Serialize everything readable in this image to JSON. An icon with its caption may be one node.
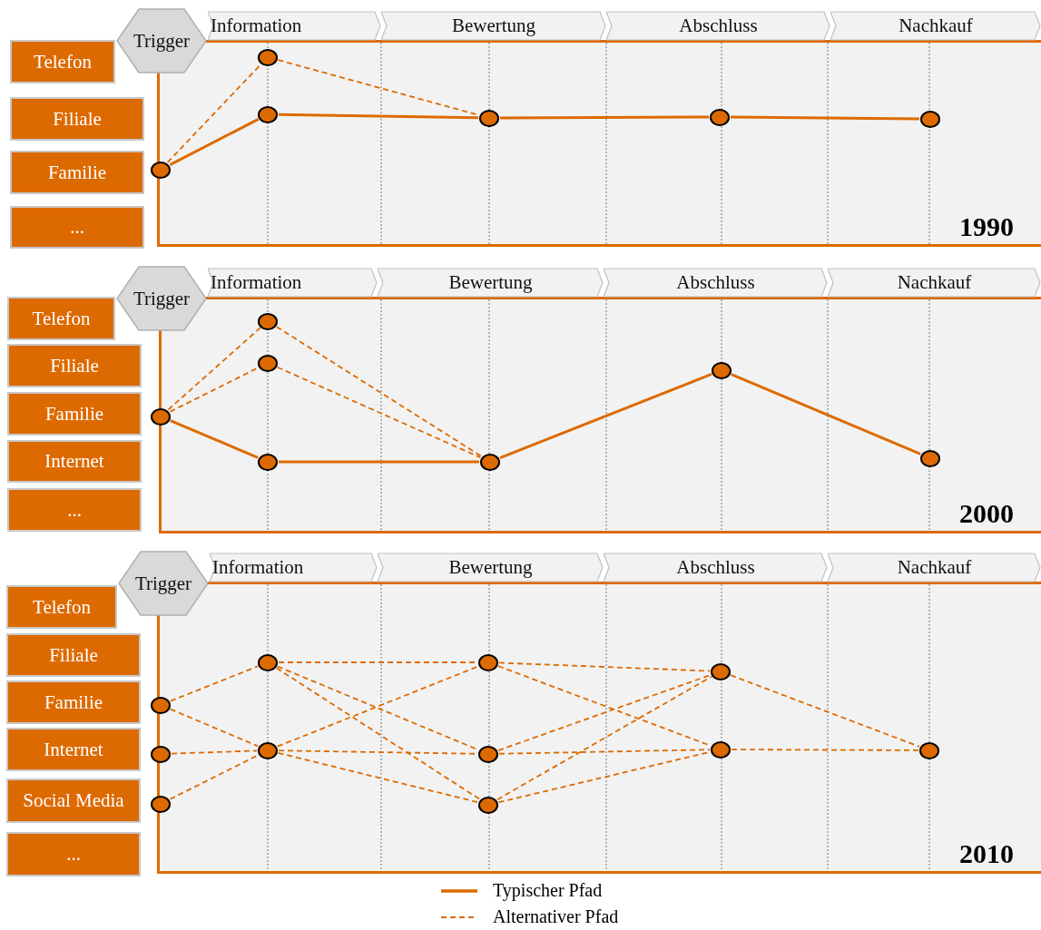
{
  "diagram": {
    "nodes": [
      {
        "text": [
          "Trigger"
        ]
      },
      {
        "text": [
          "Information"
        ]
      },
      {
        "text": [
          "Bewertung"
        ]
      },
      {
        "text": [
          "Abschluss"
        ]
      },
      {
        "text": [
          "Nachkauf"
        ]
      },
      {
        "text": [
          "Telefon"
        ]
      },
      {
        "text": [
          "Filiale"
        ]
      },
      {
        "text": [
          "Familie"
        ]
      },
      {
        "text": [
          "..."
        ]
      },
      {
        "text": [
          "1990"
        ]
      },
      {
        "text": [],
        "shape": "circle",
        "in": 9
      },
      {
        "text": [],
        "shape": "circle",
        "in": 9
      },
      {
        "text": [],
        "shape": "circle",
        "in": 9
      },
      {
        "text": [],
        "shape": "circle",
        "in": 9
      },
      {
        "text": [],
        "shape": "circle",
        "in": 9
      },
      {
        "text": [],
        "shape": "circle",
        "in": 9
      },
      {
        "text": [
          "Trigger"
        ]
      },
      {
        "text": [
          "Information"
        ]
      },
      {
        "text": [
          "Bewertung"
        ]
      },
      {
        "text": [
          "Abschluss"
        ]
      },
      {
        "text": [
          "Nachkauf"
        ]
      },
      {
        "text": [
          "Telefon"
        ]
      },
      {
        "text": [
          "Filiale"
        ]
      },
      {
        "text": [
          "Familie"
        ]
      },
      {
        "text": [
          "Internet"
        ]
      },
      {
        "text": [
          "..."
        ]
      },
      {
        "text": [
          "2000"
        ]
      },
      {
        "text": [],
        "shape": "circle",
        "in": 26
      },
      {
        "text": [],
        "shape": "circle",
        "in": 26
      },
      {
        "text": [],
        "shape": "circle",
        "in": 26
      },
      {
        "text": [],
        "shape": "circle",
        "in": 26
      },
      {
        "text": [],
        "shape": "circle",
        "in": 26
      },
      {
        "text": [],
        "shape": "circle",
        "in": 26
      },
      {
        "text": [],
        "shape": "circle",
        "in": 26
      },
      {
        "text": [
          "Trigger"
        ]
      },
      {
        "text": [
          "Information"
        ]
      },
      {
        "text": [
          "Bewertung"
        ]
      },
      {
        "text": [
          "Abschluss"
        ]
      },
      {
        "text": [
          "Nachkauf"
        ]
      },
      {
        "text": [
          "Telefon"
        ]
      },
      {
        "text": [
          "Filiale"
        ]
      },
      {
        "text": [
          "Familie"
        ]
      },
      {
        "text": [
          "Internet"
        ]
      },
      {
        "text": [
          "Social Media"
        ]
      },
      {
        "text": [
          "..."
        ]
      },
      {
        "text": [
          "2010"
        ]
      },
      {
        "text": [],
        "shape": "circle",
        "in": 45
      },
      {
        "text": [],
        "shape": "circle",
        "in": 45
      },
      {
        "text": [],
        "shape": "circle",
        "in": 45
      },
      {
        "text": [],
        "shape": "circle",
        "in": 45
      },
      {
        "text": [],
        "shape": "circle",
        "in": 45
      },
      {
        "text": [],
        "shape": "circle",
        "in": 45
      },
      {
        "text": [],
        "shape": "circle",
        "in": 45
      },
      {
        "text": [],
        "shape": "circle",
        "in": 45
      },
      {
        "text": [],
        "shape": "circle",
        "in": 45
      },
      {
        "text": [],
        "shape": "circle",
        "in": 45
      },
      {
        "text": [],
        "shape": "circle",
        "in": 45
      }
    ],
    "edges": [
      {
        "from": 10,
        "to": 12,
        "arrow": "none"
      },
      {
        "from": 12,
        "to": 13,
        "arrow": "none"
      },
      {
        "from": 13,
        "to": 14,
        "arrow": "none"
      },
      {
        "from": 14,
        "to": 15,
        "arrow": "none"
      },
      {
        "from": 10,
        "to": 11,
        "arrow": "none",
        "style": "dashed"
      },
      {
        "from": 11,
        "to": 13,
        "arrow": "none",
        "style": "dashed"
      },
      {
        "from": 27,
        "to": 30,
        "arrow": "none"
      },
      {
        "from": 30,
        "to": 31,
        "arrow": "none"
      },
      {
        "from": 31,
        "to": 32,
        "arrow": "none"
      },
      {
        "from": 32,
        "to": 33,
        "arrow": "none"
      },
      {
        "from": 27,
        "to": 28,
        "arrow": "none",
        "style": "dashed"
      },
      {
        "from": 27,
        "to": 29,
        "arrow": "none",
        "style": "dashed"
      },
      {
        "from": 28,
        "to": 31,
        "arrow": "none",
        "style": "dashed"
      },
      {
        "from": 29,
        "to": 31,
        "arrow": "none",
        "style": "dashed"
      },
      {
        "from": 46,
        "to": 49,
        "arrow": "none",
        "style": "dashed"
      },
      {
        "from": 46,
        "to": 50,
        "arrow": "none",
        "style": "dashed"
      },
      {
        "from": 47,
        "to": 50,
        "arrow": "none",
        "style": "dashed"
      },
      {
        "from": 48,
        "to": 50,
        "arrow": "none",
        "style": "dashed"
      },
      {
        "from": 49,
        "to": 51,
        "arrow": "none",
        "style": "dashed"
      },
      {
        "from": 49,
        "to": 52,
        "arrow": "none",
        "style": "dashed"
      },
      {
        "from": 49,
        "to": 53,
        "arrow": "none",
        "style": "dashed"
      },
      {
        "from": 50,
        "to": 51,
        "arrow": "none",
        "style": "dashed"
      },
      {
        "from": 50,
        "to": 52,
        "arrow": "none",
        "style": "dashed"
      },
      {
        "from": 50,
        "to": 53,
        "arrow": "none",
        "style": "dashed"
      },
      {
        "from": 51,
        "to": 54,
        "arrow": "none",
        "style": "dashed"
      },
      {
        "from": 51,
        "to": 55,
        "arrow": "none",
        "style": "dashed"
      },
      {
        "from": 52,
        "to": 54,
        "arrow": "none",
        "style": "dashed"
      },
      {
        "from": 52,
        "to": 55,
        "arrow": "none",
        "style": "dashed"
      },
      {
        "from": 53,
        "to": 54,
        "arrow": "none",
        "style": "dashed"
      },
      {
        "from": 53,
        "to": 55,
        "arrow": "none",
        "style": "dashed"
      },
      {
        "from": 54,
        "to": 56,
        "arrow": "none",
        "style": "dashed"
      },
      {
        "from": 55,
        "to": 56,
        "arrow": "none",
        "style": "dashed"
      }
    ],
    "legend": [
      {
        "text": "Typischer Pfad"
      },
      {
        "text": "Alternativer Pfad"
      }
    ]
  }
}
